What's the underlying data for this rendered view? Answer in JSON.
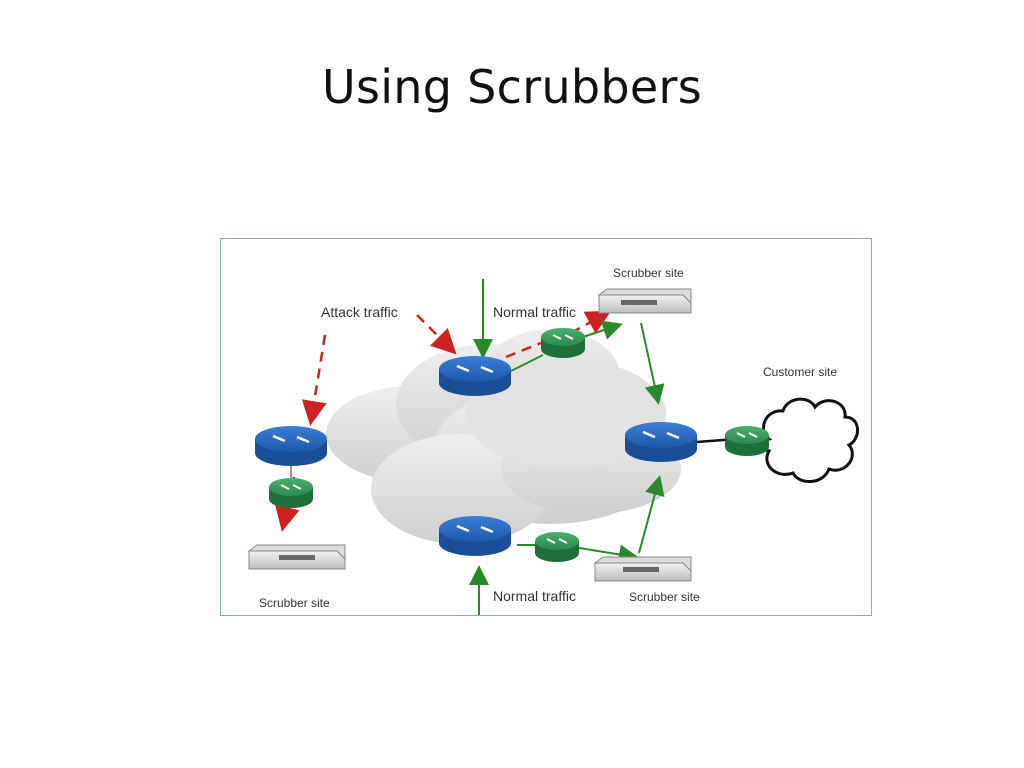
{
  "slide": {
    "title": "Using Scrubbers"
  },
  "diagram": {
    "labels": {
      "attack_traffic": "Attack traffic",
      "normal_traffic_top": "Normal traffic",
      "normal_traffic_bottom": "Normal traffic",
      "scrubber_site_top": "Scrubber site",
      "scrubber_site_left": "Scrubber site",
      "scrubber_site_bottom": "Scrubber site",
      "customer_site": "Customer site"
    },
    "icons": [
      "router-icon",
      "scrubber-router-icon",
      "scrubber-appliance-icon",
      "cloud-icon",
      "customer-cloud-icon"
    ],
    "colors": {
      "attack": "#cc2222",
      "normal": "#2a8a2a",
      "router": "#1f5fb0",
      "scrubber": "#2f8f4f"
    }
  }
}
